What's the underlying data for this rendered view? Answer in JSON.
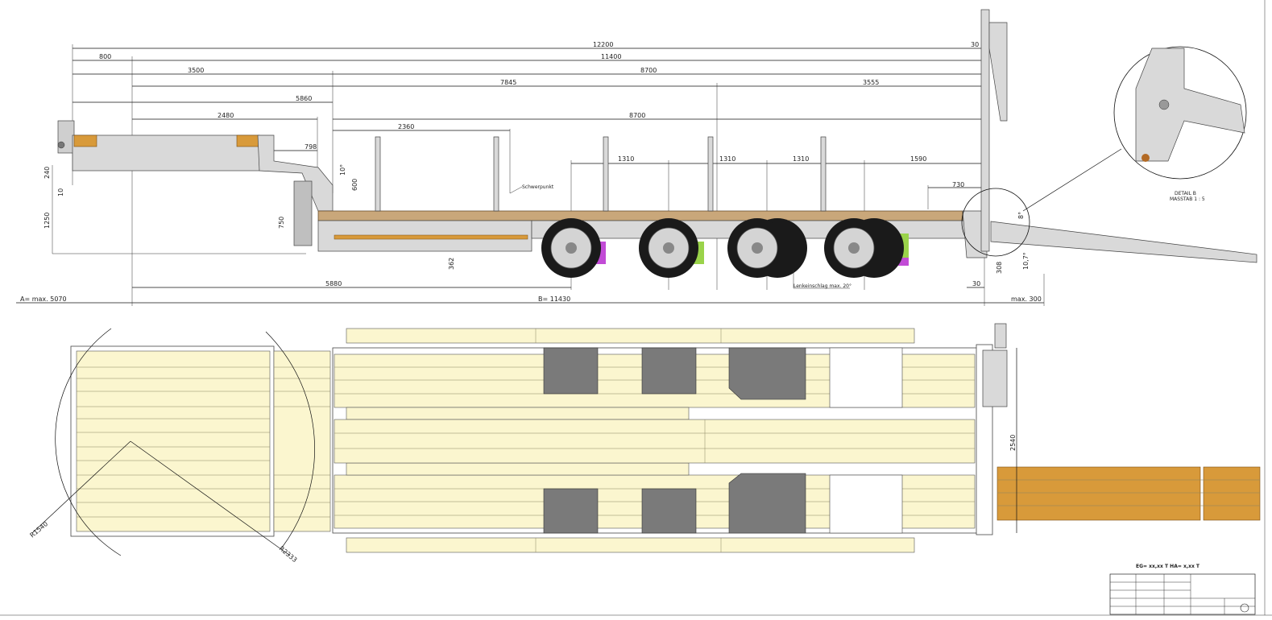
{
  "dimensions": {
    "d12200": "12200",
    "d800": "800",
    "d11400": "11400",
    "d30top": "30",
    "d3500": "3500",
    "d8700a": "8700",
    "d7845": "7845",
    "d3555": "3555",
    "d5860": "5860",
    "d2480": "2480",
    "d8700b": "8700",
    "d2360": "2360",
    "d798": "798",
    "d1310a": "1310",
    "d1310b": "1310",
    "d1310c": "1310",
    "d1590": "1590",
    "d730": "730",
    "d240": "240",
    "d10": "10",
    "d1250": "1250",
    "d750": "750",
    "d600": "600",
    "d362": "362",
    "d5880": "5880",
    "d30bot": "30",
    "d308": "308",
    "ang10a": "10°",
    "ang8": "8°",
    "ang10b": "10,7°",
    "d2540": "2540",
    "r1540": "R1540",
    "r2333": "R2333"
  },
  "labels": {
    "schwerpunkt": "Schwerpunkt",
    "lenk": "Lenkeinschlag max. 20°",
    "a_max": "A= max. 5070",
    "b_val": "B= 11430",
    "max300": "max. 300",
    "detail1": "DETAIL B",
    "detail2": "MASSTAB 1 : 5",
    "eg": "EG= xx,xx T HA= x,xx T"
  },
  "colors": {
    "deck": "#fbf6cf",
    "frame": "#d9d9d9",
    "wood": "#d89a3a",
    "tire": "#1a1a1a",
    "green": "#9ad34a",
    "magenta": "#c24bd6"
  }
}
